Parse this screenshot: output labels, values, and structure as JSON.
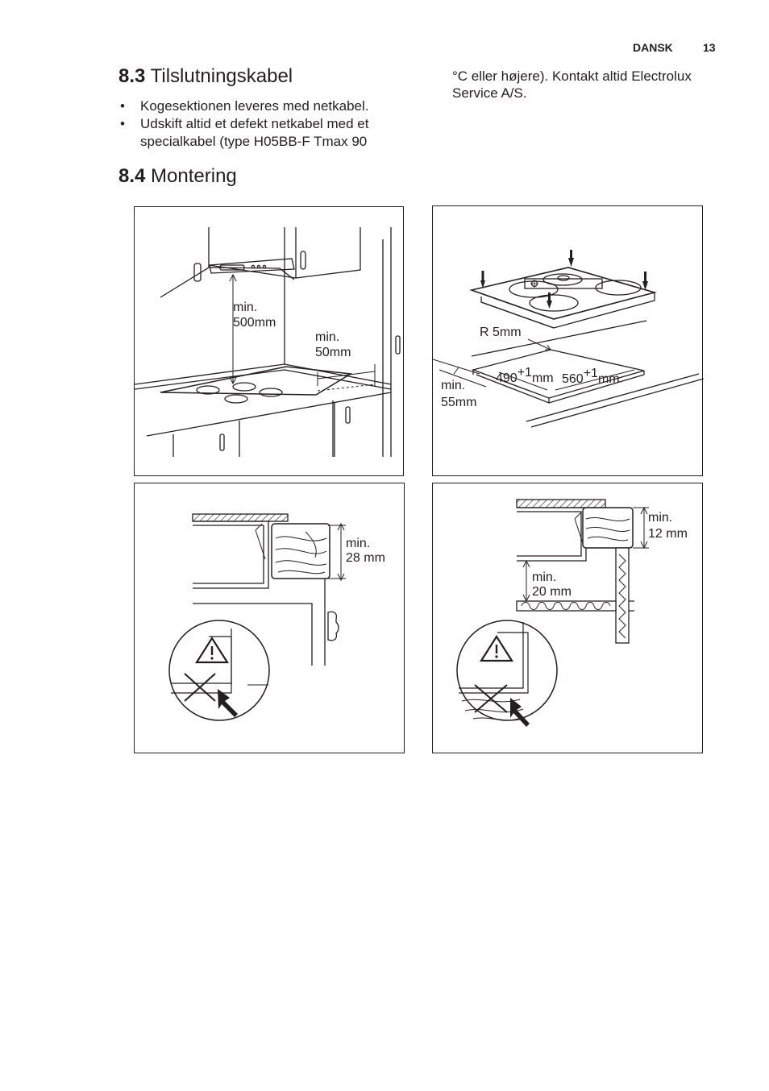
{
  "header": {
    "language": "DANSK",
    "page_number": "13"
  },
  "section_83": {
    "number": "8.3",
    "title": "Tilslutningskabel",
    "bullets": [
      "Kogesektionen leveres med netkabel.",
      "Udskift altid et defekt netkabel med et specialkabel (type H05BB-F Tmax 90"
    ],
    "continuation": "°C eller højere). Kontakt altid Electrolux Service A/S."
  },
  "section_84": {
    "number": "8.4",
    "title": "Montering"
  },
  "figures": {
    "kitchen": {
      "hood_min_label": "min.",
      "hood_value": "500mm",
      "wall_min_label": "min.",
      "wall_value": "50mm"
    },
    "cutout": {
      "radius": "R 5mm",
      "depth_value": "490",
      "depth_tol": "+1",
      "depth_unit": "mm",
      "width_value": "560",
      "width_tol": "+1",
      "width_unit": "mm",
      "edge_min_label": "min.",
      "edge_value": "55mm"
    },
    "section_a": {
      "min_label": "min.",
      "value": "28 mm"
    },
    "section_b": {
      "top_min_label": "min.",
      "top_value": "12 mm",
      "shelf_min_label": "min.",
      "shelf_value": "20 mm"
    }
  }
}
